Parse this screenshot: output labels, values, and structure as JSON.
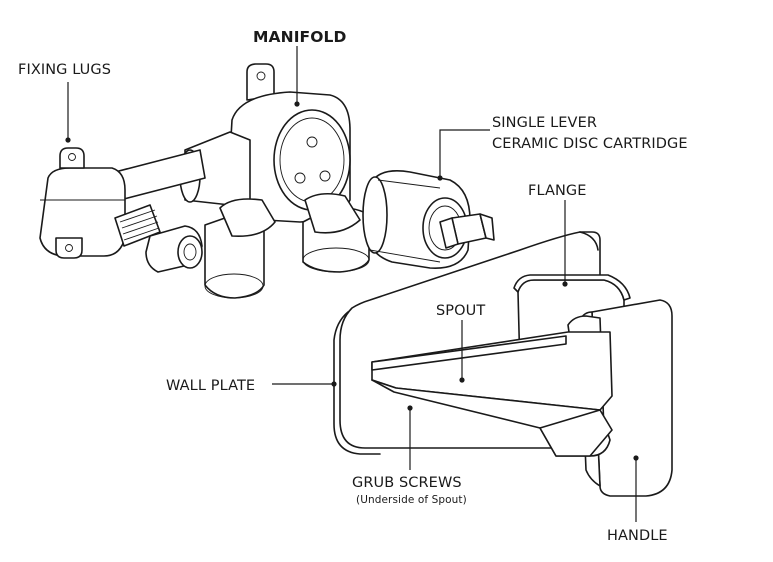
{
  "labels": {
    "manifold": "MANIFOLD",
    "fixing_lugs": "FIXING LUGS",
    "single_lever_line1": "SINGLE LEVER",
    "single_lever_line2": "CERAMIC DISC CARTRIDGE",
    "flange": "FLANGE",
    "spout": "SPOUT",
    "wall_plate": "WALL PLATE",
    "grub_screws": "GRUB SCREWS",
    "grub_screws_note": "(Underside of Spout)",
    "handle": "HANDLE"
  }
}
